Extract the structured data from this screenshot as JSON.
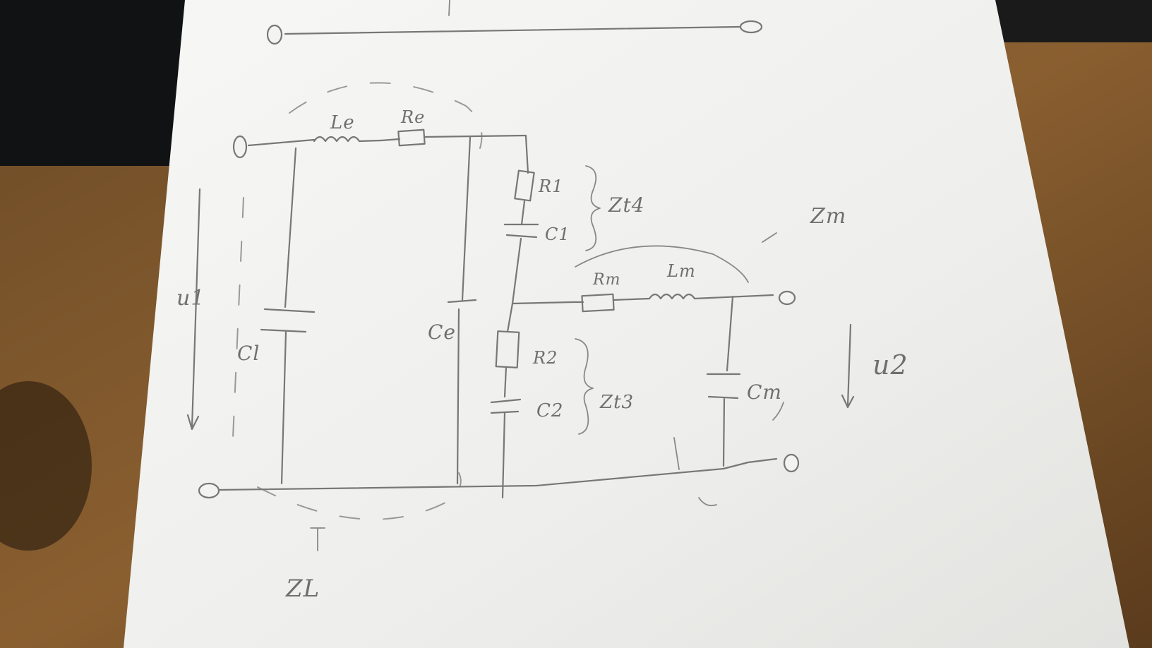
{
  "labels": {
    "Le": "Le",
    "Re": "Re",
    "R1": "R1",
    "C1": "C1",
    "Zt4": "Zt4",
    "Zm": "Zm",
    "Rm": "Rm",
    "Lm": "Lm",
    "u1": "u1",
    "Cl": "Cl",
    "Ce": "Ce",
    "R2": "R2",
    "C2": "C2",
    "Zt3": "Zt3",
    "Cm": "Cm",
    "u2": "u2",
    "ZL": "ZL"
  },
  "colors": {
    "table": "#3a2a18",
    "paper": "#f0f0ee",
    "pencil": "#777777"
  }
}
